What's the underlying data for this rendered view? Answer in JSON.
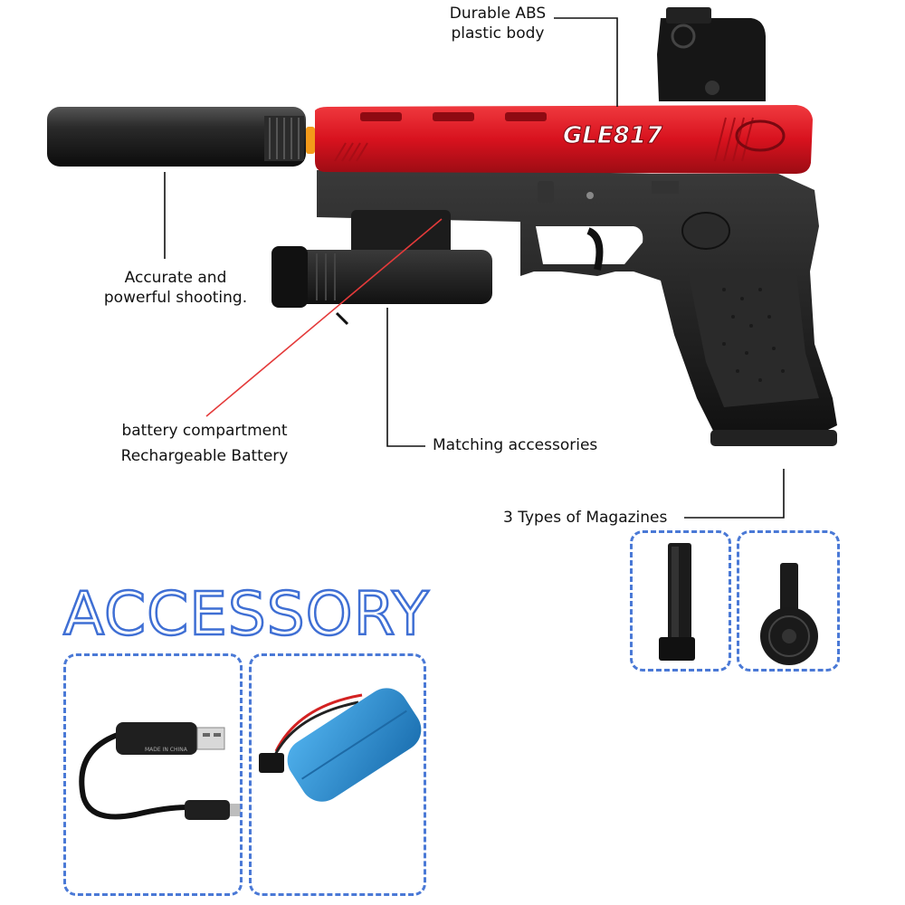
{
  "callouts": {
    "body": [
      "Durable ABS",
      "plastic body"
    ],
    "shooting": [
      "Accurate and",
      "powerful shooting."
    ],
    "battery": [
      "battery compartment",
      "Rechargeable Battery"
    ],
    "accessories": "Matching accessories",
    "magazines": "3 Types of Magazines"
  },
  "slide_brand": "GLE817",
  "usb_cable_print": "MADE IN CHINA",
  "heading": "ACCESSORY",
  "colors": {
    "slide_red": "#d8121e",
    "frame_black": "#1e1e1e",
    "dashed_box_blue": "#4a79d6",
    "battery_blue": "#2d8fd5",
    "laser_red": "#e43a3a"
  }
}
